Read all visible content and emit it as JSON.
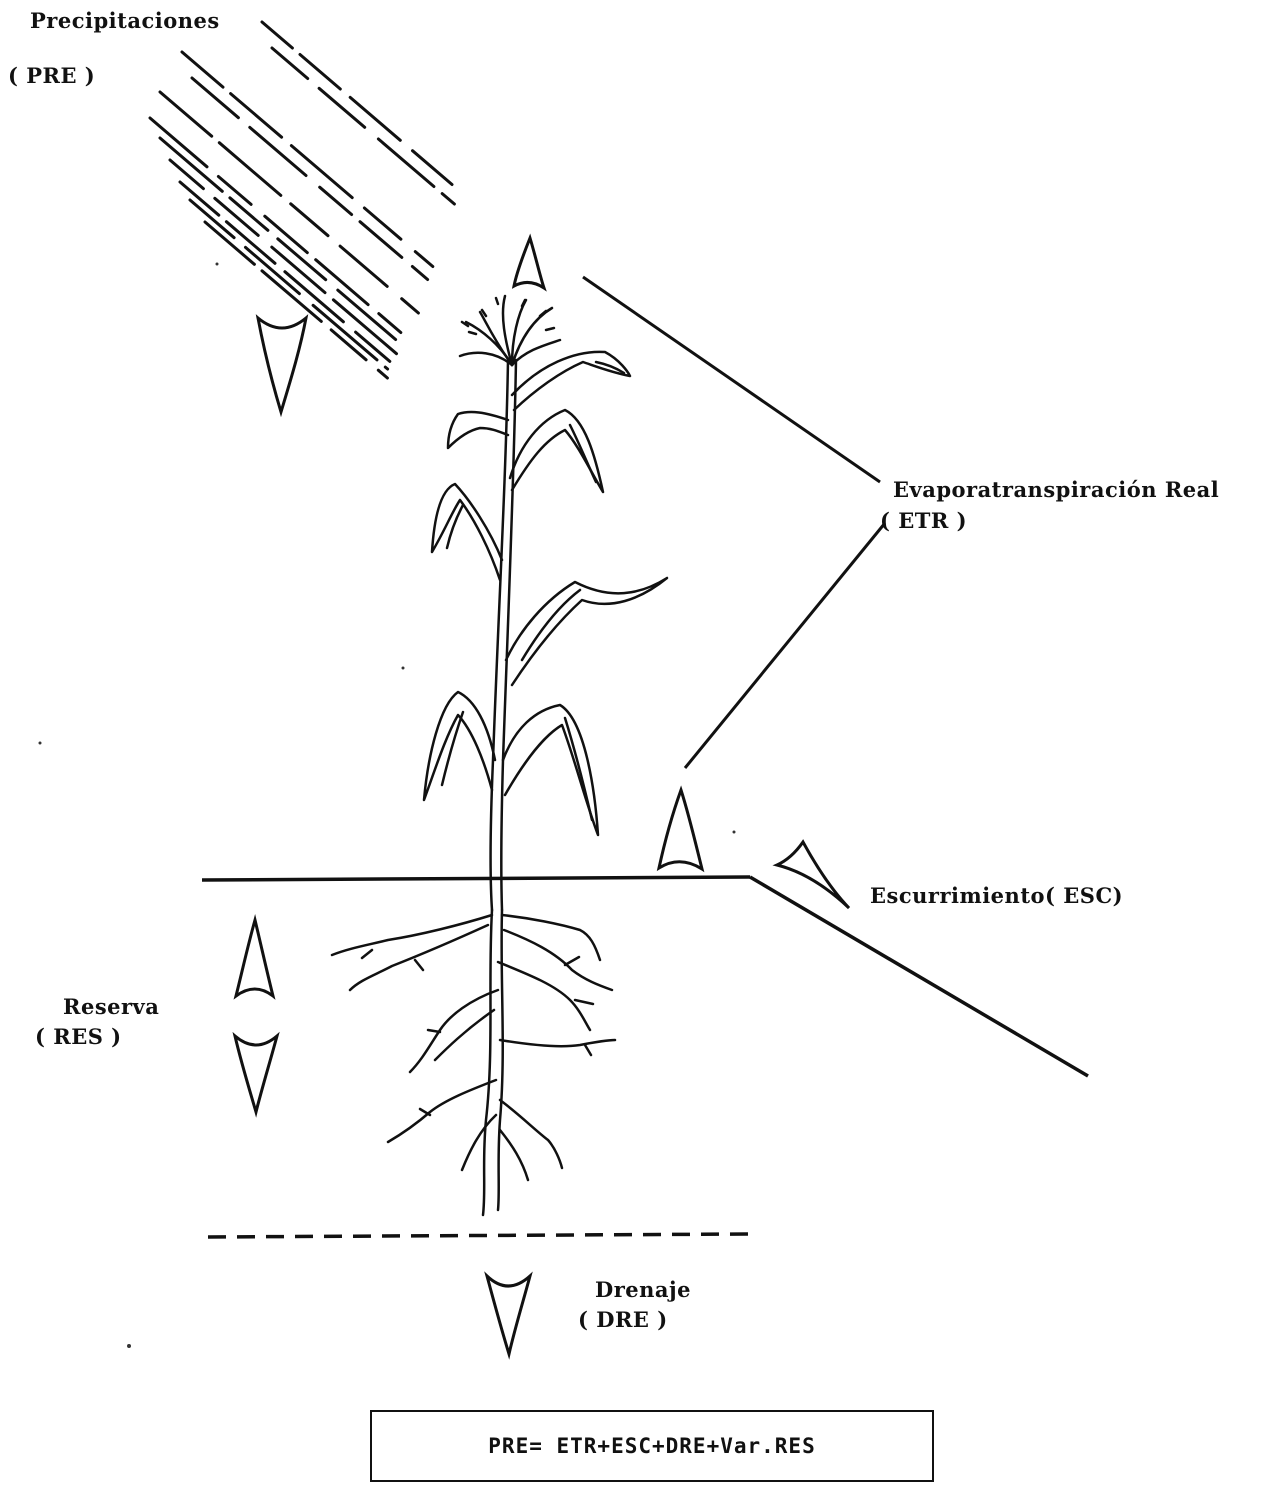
{
  "labels": {
    "precipitation": {
      "name": "Precipitaciones",
      "abbr": "( PRE )"
    },
    "evapotranspiration": {
      "name": "Evaporatranspiración Real",
      "abbr": "( ETR )"
    },
    "runoff": {
      "name": "Escurrimiento( ESC)"
    },
    "reserve": {
      "name": "Reserva",
      "abbr": "( RES )"
    },
    "drainage": {
      "name": "Drenaje",
      "abbr": "( DRE )"
    }
  },
  "formula": "PRE= ETR+ESC+DRE+Var.RES",
  "colors": {
    "ink": "#111111",
    "background": "#ffffff"
  },
  "icons": [
    "rain-lines-icon",
    "corn-plant-icon",
    "roots-icon",
    "arrow-up-icon",
    "arrow-down-icon",
    "arrow-left-icon"
  ]
}
